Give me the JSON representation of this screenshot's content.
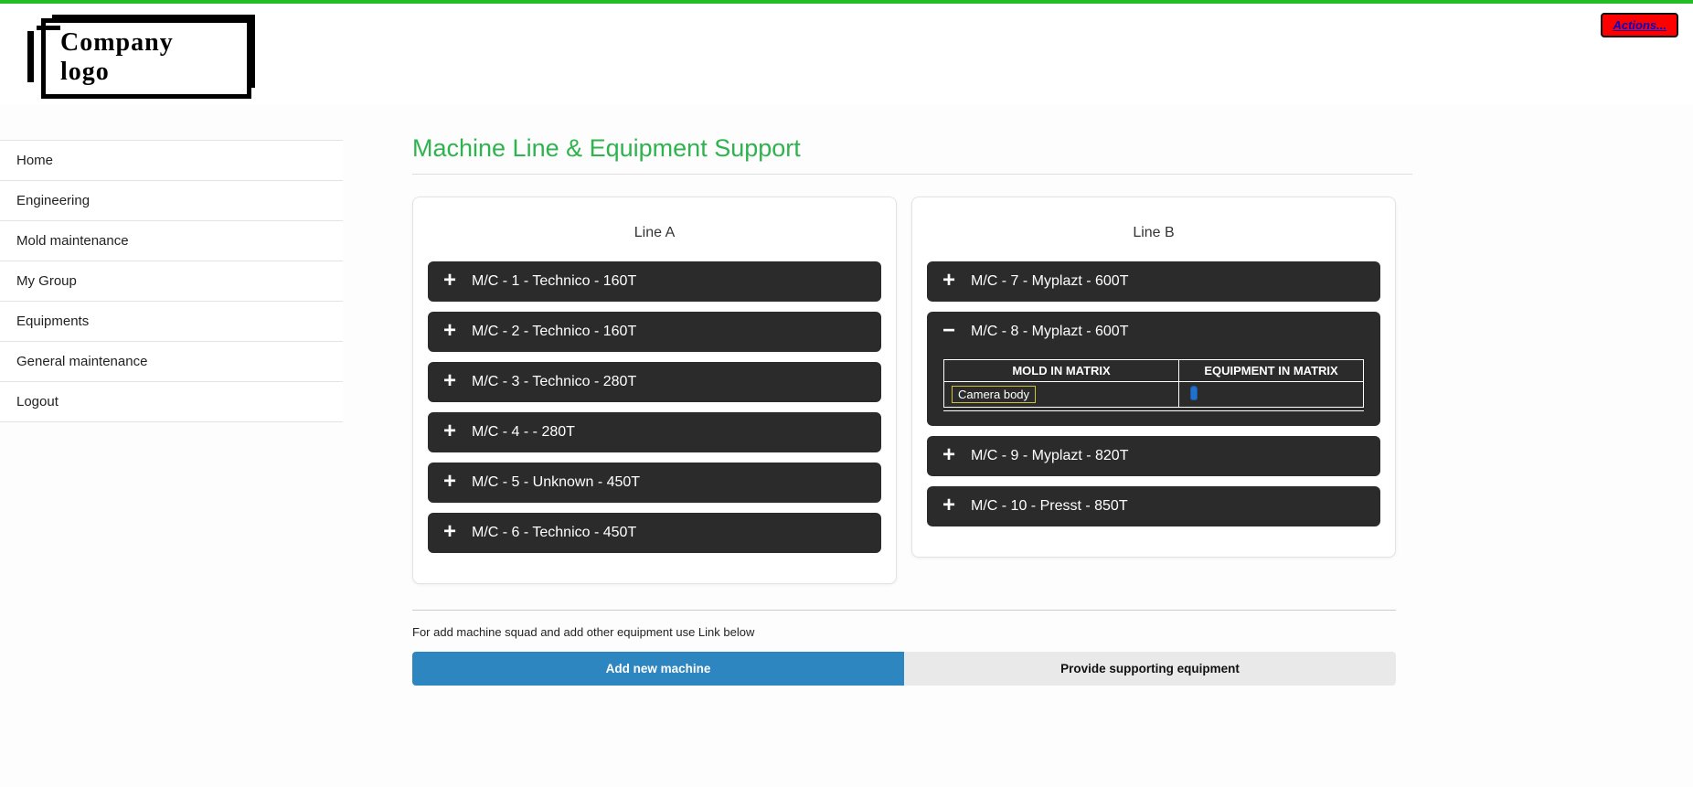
{
  "header": {
    "logo_line1": "Company",
    "logo_line2": "logo",
    "actions_label": "Actions..."
  },
  "sidebar": {
    "items": [
      {
        "label": "Home"
      },
      {
        "label": "Engineering"
      },
      {
        "label": "Mold maintenance"
      },
      {
        "label": "My Group"
      },
      {
        "label": "Equipments"
      },
      {
        "label": "General maintenance"
      },
      {
        "label": "Logout"
      }
    ]
  },
  "main": {
    "title": "Machine Line & Equipment Support",
    "lines": [
      {
        "name": "Line A",
        "machines": [
          {
            "id": "mc-1",
            "label": "M/C - 1 - Technico - 160T",
            "expanded": false
          },
          {
            "id": "mc-2",
            "label": "M/C - 2 - Technico - 160T",
            "expanded": false
          },
          {
            "id": "mc-3",
            "label": "M/C - 3 - Technico - 280T",
            "expanded": false
          },
          {
            "id": "mc-4",
            "label": "M/C - 4 - - 280T",
            "expanded": false
          },
          {
            "id": "mc-5",
            "label": "M/C - 5 - Unknown - 450T",
            "expanded": false
          },
          {
            "id": "mc-6",
            "label": "M/C - 6 - Technico - 450T",
            "expanded": false
          }
        ]
      },
      {
        "name": "Line B",
        "machines": [
          {
            "id": "mc-7",
            "label": "M/C - 7 - Myplazt - 600T",
            "expanded": false
          },
          {
            "id": "mc-8",
            "label": "M/C - 8 - Myplazt - 600T",
            "expanded": true,
            "table": {
              "headers": [
                "MOLD IN MATRIX",
                "EQUIPMENT IN MATRIX"
              ],
              "rows": [
                {
                  "mold": "Camera body",
                  "equipment_icon": "equipment-pin-icon"
                }
              ]
            }
          },
          {
            "id": "mc-9",
            "label": "M/C - 9 - Myplazt - 820T",
            "expanded": false
          },
          {
            "id": "mc-10",
            "label": "M/C - 10 - Presst - 850T",
            "expanded": false
          }
        ]
      }
    ],
    "footer_note": "For add machine squad and add other equipment use Link below",
    "add_machine_label": "Add new machine",
    "provide_equipment_label": "Provide supporting equipment"
  },
  "icons": {
    "expand": "+",
    "collapse": "−"
  },
  "colors": {
    "accent_green": "#25bd25",
    "title_green": "#2eb34f",
    "machine_dark": "#2b2b2b",
    "primary_blue": "#2e86c1",
    "actions_red": "#ff0000",
    "actions_link_blue": "#0000cc",
    "chip_border_yellow": "#cdc03a"
  }
}
